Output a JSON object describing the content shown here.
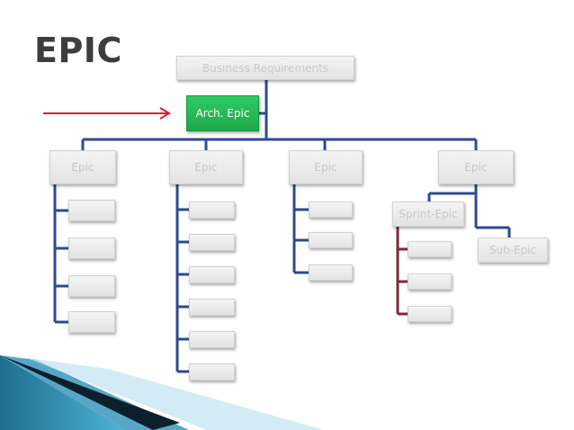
{
  "slide": {
    "title": "EPIC",
    "business_requirements": "Business Requirements",
    "arch_epic": "Arch. Epic",
    "epics": [
      "Epic",
      "Epic",
      "Epic",
      "Epic"
    ],
    "sprint_epic": "Sprint-Epic",
    "sub_epic": "Sub-Epic"
  },
  "colors": {
    "connector_blue": "#2e4a8f",
    "connector_maroon": "#7a2a3a",
    "arrow_red": "#d6222a",
    "arch_epic_green": "#1fb14f"
  }
}
